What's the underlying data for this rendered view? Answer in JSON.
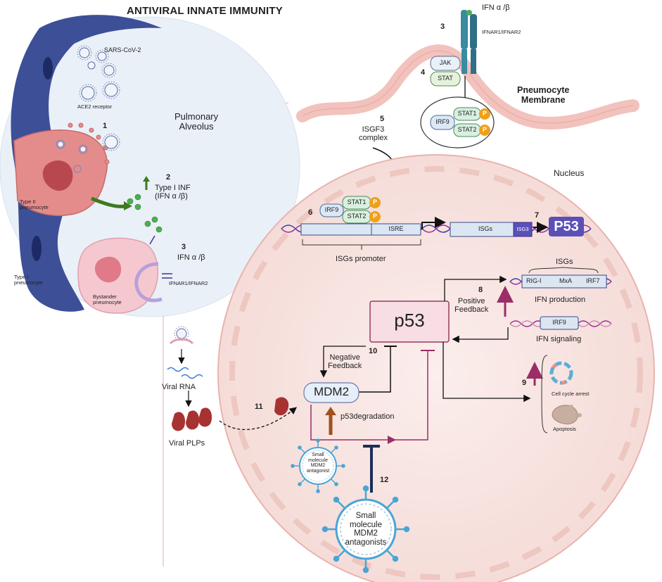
{
  "title": "ANTIVIRAL INNATE IMMUNITY",
  "alveolus": {
    "virus": "SARS-CoV-2",
    "ace2": "ACE2 receptor",
    "region": "Pulmonary\nAlveolus",
    "type2": "Type II\npneumocyte",
    "type1": "Type I\npneumocyte",
    "bystander": "Bystander\npneumocyte",
    "step1": "1",
    "step2": "2",
    "type1_inf": "Type I INF\n(IFN α /β)",
    "step3": "3",
    "ifn": "IFN α /β",
    "receptor": "IFNAR1/IFNAR2"
  },
  "membrane": {
    "ifn": "IFN α /β",
    "step3": "3",
    "receptor": "IFNAR1/IFNAR2",
    "step4": "4",
    "jak": "JAK",
    "stat": "STAT",
    "label": "Pneumocyte\nMembrane",
    "step5": "5",
    "isgf3": "ISGF3\ncomplex",
    "stat1": "STAT1",
    "stat2": "STAT2",
    "irf9": "IRF9",
    "p": "P"
  },
  "nucleus": {
    "label": "Nucleus",
    "step6": "6",
    "isre": "ISRE",
    "promoter": "ISGs promoter",
    "isgs": "ISGs",
    "isg3": "ISG3",
    "step7": "7",
    "p53_box": "P53",
    "step8": "8",
    "positive": "Positive\nFeedback",
    "isgs_group": "ISGs",
    "rigi": "RIG-I",
    "mxa": "MxA",
    "irf7": "IRF7",
    "ifn_prod": "IFN production",
    "irf9": "IRF9",
    "ifn_sig": "IFN signaling",
    "p53": "p53",
    "step10": "10",
    "negative": "Negative\nFeedback",
    "mdm2": "MDM2",
    "degradation": "p53degradation",
    "step9": "9",
    "cell_cycle": "Cell cycle arrest",
    "apoptosis": "Apoptosis",
    "antagonist_small": "Small\nmolecule\nMDM2\nantagonist",
    "step12": "12",
    "antagonists": "Small\nmolecule\nMDM2\nantagonists"
  },
  "viral": {
    "rna": "Viral RNA",
    "plps": "Viral PLPs",
    "step11": "11"
  },
  "colors": {
    "alveolus_bg": "#e9f0f8",
    "vessel": "#3d4f97",
    "cell_pink": "#e48c8c",
    "nucleus_fill": "#f8e4e1",
    "membrane": "#f2c2bd",
    "p53_box": "#f8dde5",
    "p53_border": "#9a3a5c",
    "mdm2_fill": "#e6eff9",
    "purple": "#9a2e68",
    "arrow_brown": "#a0521c",
    "arrow_green": "#3e7a1e",
    "dna_blue": "#3a3ab0",
    "phospho": "#f0a018",
    "antagonist": "#4aa5d6"
  }
}
